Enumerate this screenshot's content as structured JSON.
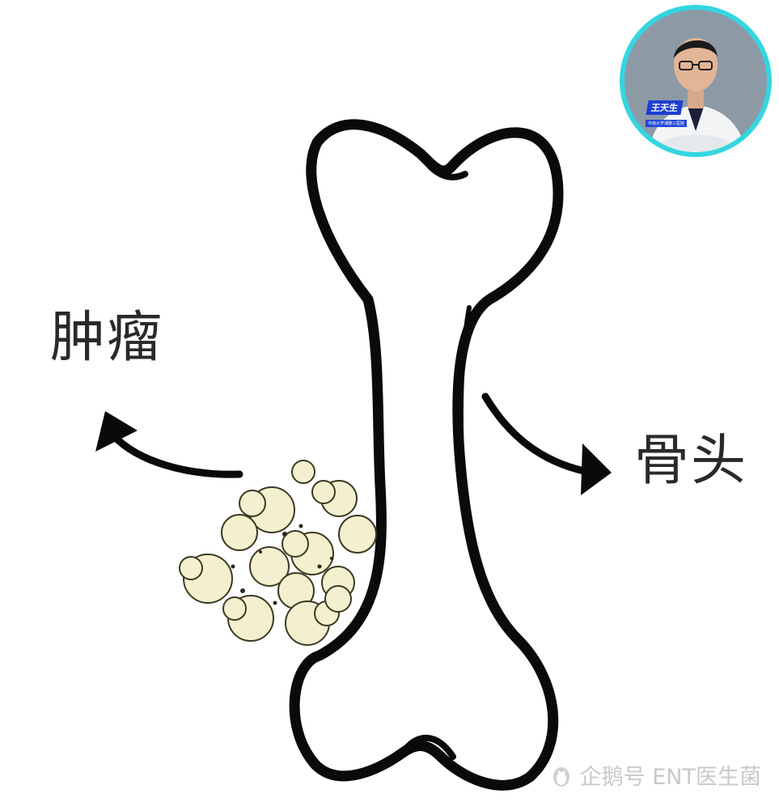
{
  "labels": {
    "tumor": "肿瘤",
    "bone": "骨头"
  },
  "watermark": {
    "text": "企鹅号 ENT医生菌"
  },
  "avatar": {
    "name_badge": "王天生",
    "subtitle_badge": "中南大学湘雅三医院"
  },
  "colors": {
    "bone_outline": "#0a0a0a",
    "tumor_fill": "#f3f0cf",
    "avatar_ring": "#33d6e0",
    "watermark": "#c9c9c9"
  },
  "icons": {
    "tumor_arrow": "curved-arrow-left-up-icon",
    "bone_arrow": "curved-arrow-right-down-icon",
    "watermark_logo": "penguin-logo-icon"
  }
}
